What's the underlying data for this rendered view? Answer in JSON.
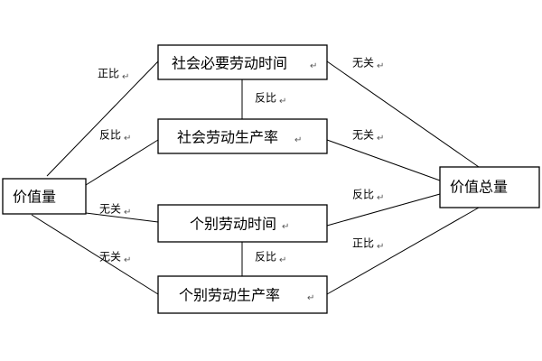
{
  "paragraph_mark": "↵",
  "nodes": {
    "value_quantity": "价值量",
    "total_value": "价值总量",
    "social_labor_time": "社会必要劳动时间",
    "social_productivity": "社会劳动生产率",
    "individual_labor_time": "个别劳动时间",
    "individual_productivity": "个别劳动生产率"
  },
  "relations": {
    "value_to_social_time": "正比",
    "value_to_social_productivity": "反比",
    "value_to_individual_time": "无关",
    "value_to_individual_productivity": "无关",
    "social_time_to_social_productivity": "反比",
    "individual_time_to_individual_productivity": "反比",
    "social_time_to_total": "无关",
    "social_productivity_to_total": "无关",
    "individual_time_to_total": "反比",
    "individual_productivity_to_total": "正比"
  }
}
